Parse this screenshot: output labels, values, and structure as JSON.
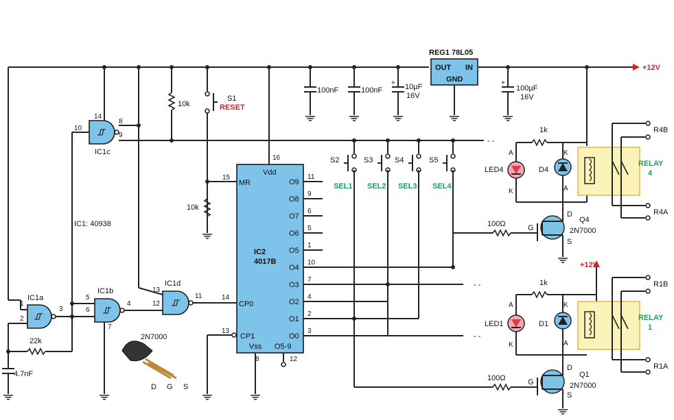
{
  "supply": {
    "pos12": "+12V",
    "pos12b": "+12V"
  },
  "regulator": {
    "name": "REG1 78L05",
    "out": "OUT",
    "in": "IN",
    "gnd": "GND"
  },
  "caps": {
    "c1": "100nF",
    "c2": "100nF",
    "c3a": "10µF",
    "c3b": "16V",
    "c4a": "100µF",
    "c4b": "16V",
    "c5": "4.7nF"
  },
  "resistors": {
    "r10k_top": "10k",
    "r10k_mr": "10k",
    "r22k": "22k",
    "r1k_a": "1k",
    "r1k_b": "1k",
    "r100_a": "100Ω",
    "r100_b": "100Ω"
  },
  "switches": {
    "s1": "S1",
    "reset": "RESET",
    "items": [
      {
        "name": "S2",
        "sel": "SEL1"
      },
      {
        "name": "S3",
        "sel": "SEL2"
      },
      {
        "name": "S4",
        "sel": "SEL3"
      },
      {
        "name": "S5",
        "sel": "SEL4"
      }
    ]
  },
  "gates": {
    "ic1a": "IC1a",
    "ic1b": "IC1b",
    "ic1c": "IC1c",
    "ic1d": "IC1d",
    "ic1_type": "IC1: 40938"
  },
  "gate_pins": {
    "p1": "1",
    "p2": "2",
    "p3": "3",
    "p4": "4",
    "p5": "5",
    "p6": "6",
    "p7": "7",
    "p8": "8",
    "p9": "9",
    "p10": "10",
    "p11": "11",
    "p12": "12",
    "p13": "13",
    "p14": "14"
  },
  "counter": {
    "name1": "IC2",
    "name2": "4017B",
    "vdd": "Vdd",
    "mr": "MR",
    "cp0": "CP0",
    "cp1": "CP1",
    "vss": "Vss",
    "o59": "O5-9",
    "pin16": "16",
    "pin15": "15",
    "pin14": "14",
    "pin13": "13",
    "pin8": "8",
    "pin12": "12",
    "outputs": [
      {
        "label": "O9",
        "pin": "11"
      },
      {
        "label": "O8",
        "pin": "9"
      },
      {
        "label": "O7",
        "pin": "6"
      },
      {
        "label": "O6",
        "pin": "5"
      },
      {
        "label": "O5",
        "pin": "1"
      },
      {
        "label": "O4",
        "pin": "10"
      },
      {
        "label": "O3",
        "pin": "7"
      },
      {
        "label": "O2",
        "pin": "4"
      },
      {
        "label": "O1",
        "pin": "2"
      },
      {
        "label": "O0",
        "pin": "3"
      }
    ]
  },
  "relay4": {
    "led": "LED4",
    "diode": "D4",
    "relay1": "RELAY",
    "relay2": "4",
    "q": "Q4",
    "qtype": "2N7000",
    "rb": "R4B",
    "ra": "R4A"
  },
  "relay1": {
    "led": "LED1",
    "diode": "D1",
    "relay1": "RELAY",
    "relay2": "1",
    "q": "Q1",
    "qtype": "2N7000",
    "rb": "R1B",
    "ra": "R1A"
  },
  "pins": {
    "a": "A",
    "k": "K",
    "g": "G",
    "d": "D",
    "s": "S"
  },
  "package": {
    "name": "2N7000",
    "d": "D",
    "g": "G",
    "s": "S"
  },
  "colors": {
    "ic_fill": "#7ec3ea",
    "relay_fill": "#fbf3b8",
    "led_fill": "#f3a9b4",
    "red_label": "#d8202a",
    "green_label": "#1aa05a"
  }
}
